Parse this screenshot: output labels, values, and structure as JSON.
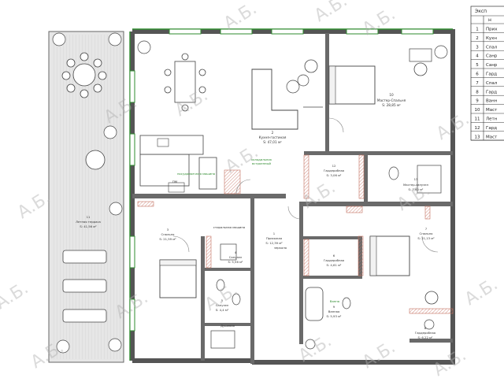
{
  "watermark": "А.Б.",
  "legend": {
    "header": "Эксп",
    "header2": "н",
    "rows": [
      {
        "n": "1",
        "name": "Прих"
      },
      {
        "n": "2",
        "name": "Кухн"
      },
      {
        "n": "3",
        "name": "Спал"
      },
      {
        "n": "4",
        "name": "Санр"
      },
      {
        "n": "5",
        "name": "Санр"
      },
      {
        "n": "6",
        "name": "Гард"
      },
      {
        "n": "7",
        "name": "Спал"
      },
      {
        "n": "8",
        "name": "Гард"
      },
      {
        "n": "9",
        "name": "Ванн"
      },
      {
        "n": "10",
        "name": "Маст"
      },
      {
        "n": "11",
        "name": "Летн"
      },
      {
        "n": "12",
        "name": "Гард"
      },
      {
        "n": "13",
        "name": "Маст"
      }
    ]
  },
  "rooms": {
    "r1": {
      "num": "1",
      "name": "Прихожая",
      "area": "S: 12,39 м²"
    },
    "r2": {
      "num": "2",
      "name": "Кухня-гостиная",
      "area": "S: 47,01 м²"
    },
    "r3": {
      "num": "3",
      "name": "Спальня",
      "area": "S: 21,59 м²"
    },
    "r4": {
      "num": "4",
      "name": "Санузел",
      "area": "S: 5,56 м²"
    },
    "r5": {
      "num": "5",
      "name": "Санузел",
      "area": "S: 4,4 м²"
    },
    "r6": {
      "num": "6",
      "name": "Гардеробная",
      "area": "S: 4,61 м²"
    },
    "r7": {
      "num": "7",
      "name": "Спальня",
      "area": "S: 21,13 м²"
    },
    "r8": {
      "num": "8",
      "name": "Гардеробная",
      "area": "S: 6,22 м²"
    },
    "r9": {
      "num": "9",
      "name": "Ванная",
      "area": "S: 5,93 м²"
    },
    "r10": {
      "num": "10",
      "name": "Мастер-Спальня",
      "area": "S: 28,85 м²"
    },
    "r11": {
      "num": "11",
      "name": "Летняя терраса",
      "area": "S: 41,56 м²"
    },
    "r12": {
      "num": "12",
      "name": "Гардеробная",
      "area": "S: 3,06 м²"
    },
    "r13": {
      "num": "13",
      "name": "Мастер-санузел",
      "area": "S: 7,60 м²"
    }
  },
  "notes": {
    "dishwasher": "посудомоечная машина",
    "fridge": "холодильник",
    "fridge2": "встроенный",
    "washer": "стиральная машина",
    "mirror": "зеркало",
    "bath": "Ванна",
    "shower": "Душевая",
    "pm": "ПМ"
  },
  "colors": {
    "wall": "#555555",
    "accent": "#2e8b2e",
    "hatch": "#c47060",
    "terrace": "#d8d8d8"
  }
}
